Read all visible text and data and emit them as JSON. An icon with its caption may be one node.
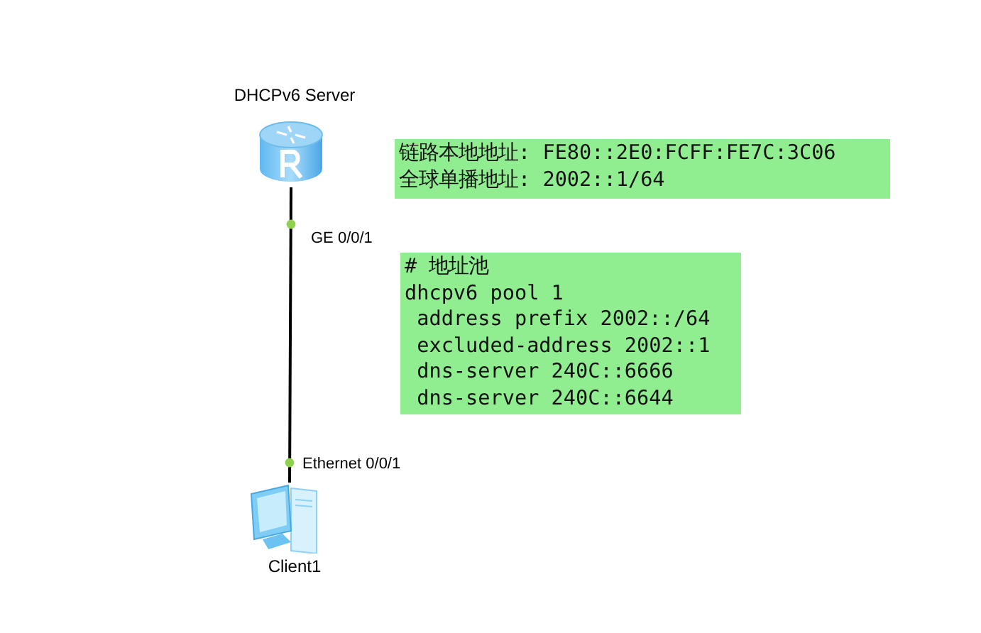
{
  "diagram": {
    "nodes": [
      {
        "text": [
          "DHCPv6 Server"
        ]
      },
      {
        "text": [
          "链路本地地址: FE80::2E0:FCFF:FE7C:3C06",
          "全球单播地址: 2002::1/64"
        ]
      },
      {
        "text": [
          "# 地址池",
          "dhcpv6 pool 1",
          " address prefix 2002::/64",
          " excluded-address 2002::1",
          " dns-server 240C::6666",
          " dns-server 240C::6644"
        ]
      },
      {
        "text": [
          "Client1"
        ]
      }
    ],
    "edges": [
      {
        "from": 0,
        "to": 3,
        "arrow": "none"
      }
    ],
    "labels": [
      "GE 0/0/1",
      "Ethernet 0/0/1"
    ]
  }
}
